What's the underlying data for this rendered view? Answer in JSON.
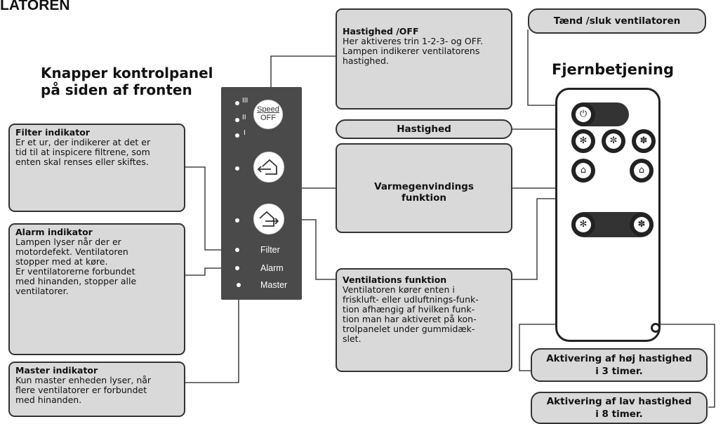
{
  "title_fragment": "LATOREN",
  "panel_heading": "Knapper kontrolpanel\npå siden  af fronten",
  "remote_heading": "Fjernbetjening",
  "panel": {
    "speed_top": "Speed",
    "speed_bottom": "OFF",
    "speed_marks": [
      "III",
      "II",
      "I"
    ],
    "leds": [
      "Filter",
      "Alarm",
      "Master"
    ]
  },
  "callouts": {
    "speed_off": {
      "title": "Hastighed /OFF",
      "body": "Her aktiveres trin 1-2-3- og OFF.\nLampen indikerer ventilatorens\nhastighed."
    },
    "filter": {
      "title": "Filter indikator",
      "body": "Er et ur, der indikerer at det er\ntid til at inspicere filtrene, som\nenten skal renses eller skiftes."
    },
    "alarm": {
      "title": "Alarm indikator",
      "body": "Lampen lyser når der er\nmotordefekt. Ventilatoren\nstopper med at køre.\nEr ventilatorerne forbundet\nmed hinanden, stopper alle\nventilatorer."
    },
    "master": {
      "title": "Master indikator",
      "body": "Kun master enheden lyser, når\nflere ventilatorer er forbundet\nmed hinanden."
    },
    "heat_recovery": {
      "title": "Varmegenvindings\nfunktion"
    },
    "ventilation": {
      "title": "Ventilations funktion",
      "body": "Ventilatoren kører enten i\nfriskluft- eller udluftnings-funk-\ntion afhængig af hvilken funk-\ntion man har aktiveret på kon-\ntrolpanelet under gummidæk-\nslet."
    },
    "power": "Tænd /sluk ventilatoren",
    "speed": "Hastighed",
    "high": "Aktivering af høj hastighed\ni 3 timer.",
    "low": "Aktivering af lav hastighed\ni 8 timer."
  },
  "icons": [
    "power-icon",
    "fan-icon",
    "house-arrow-icon"
  ]
}
